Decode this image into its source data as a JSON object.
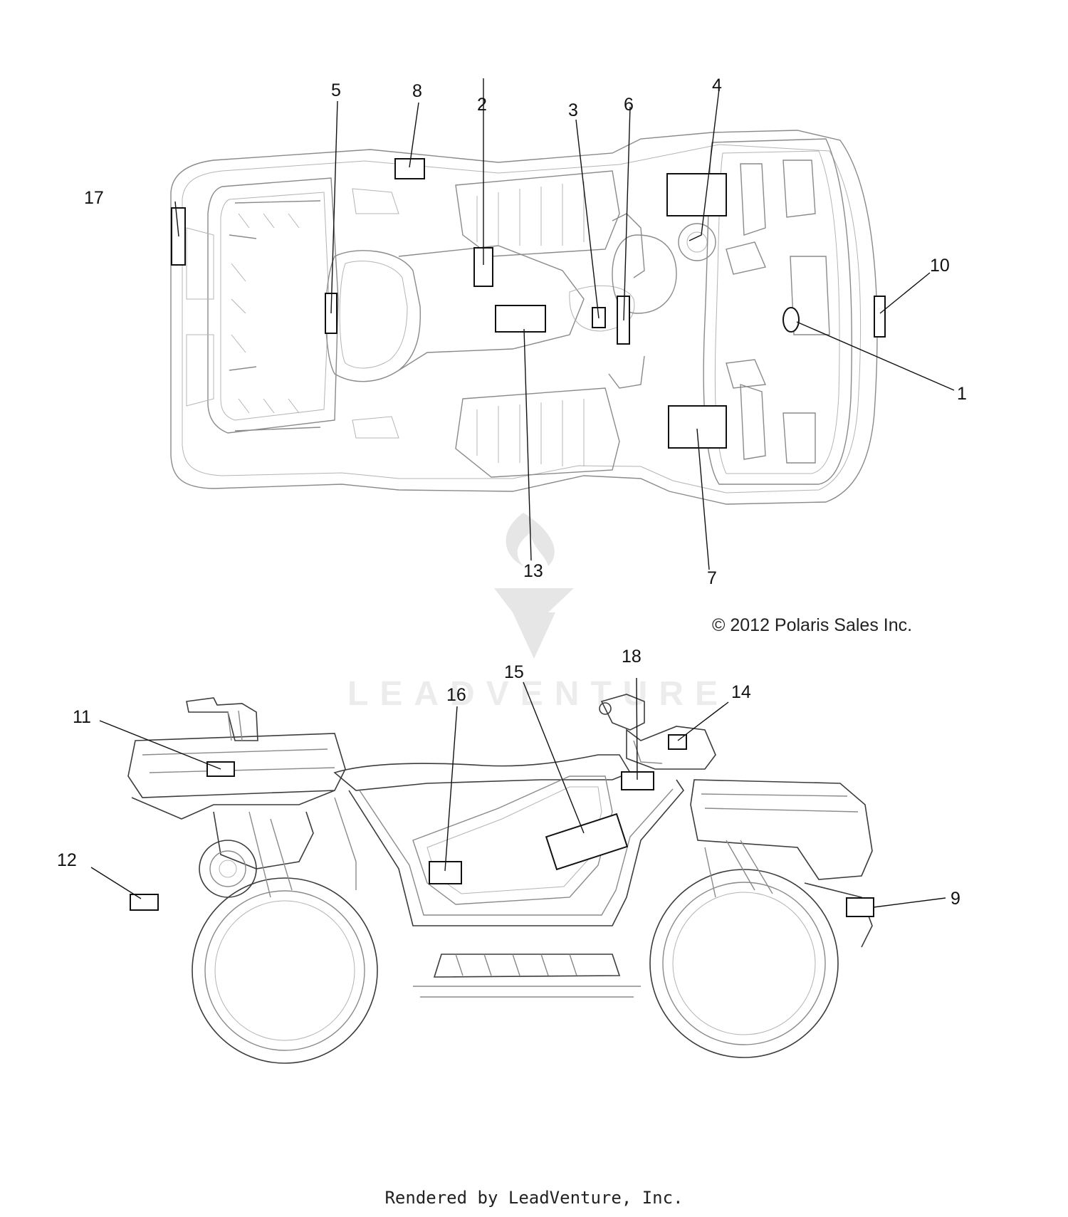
{
  "watermark": {
    "text": "LEADVENTURE"
  },
  "copyright": "© 2012 Polaris Sales Inc.",
  "footer": "Rendered by LeadVenture, Inc.",
  "callouts": {
    "c1": "1",
    "c2": "2",
    "c3": "3",
    "c4": "4",
    "c5": "5",
    "c6": "6",
    "c7": "7",
    "c8": "8",
    "c9": "9",
    "c10": "10",
    "c11": "11",
    "c12": "12",
    "c13": "13",
    "c14": "14",
    "c15": "15",
    "c16": "16",
    "c17": "17",
    "c18": "18"
  }
}
